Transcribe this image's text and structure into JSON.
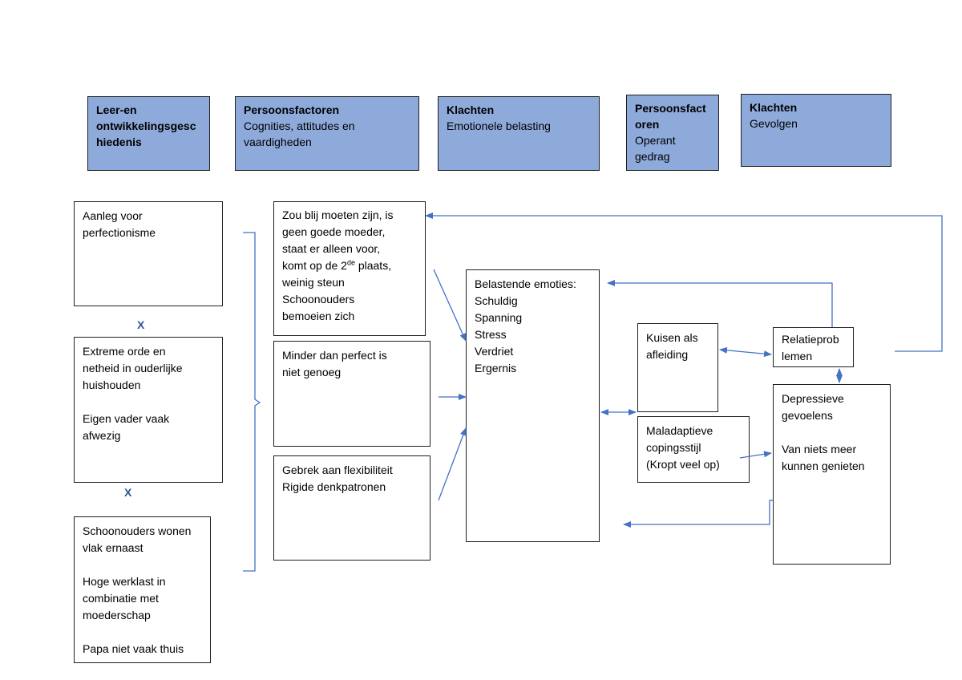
{
  "headers": [
    {
      "title": "Leer-en ontwikkelingsgesc hiedenis",
      "subtitle": ""
    },
    {
      "title": "Persoonsfactoren",
      "subtitle": "Cognities, attitudes en vaardigheden"
    },
    {
      "title": "Klachten",
      "subtitle": "Emotionele belasting"
    },
    {
      "title": "Persoonsfact oren",
      "subtitle": "Operant gedrag"
    },
    {
      "title": "Klachten",
      "subtitle": "Gevolgen"
    }
  ],
  "history": {
    "box1": [
      "Aanleg voor",
      "perfectionisme"
    ],
    "box2": [
      "Extreme orde en",
      "netheid in ouderlijke",
      "huishouden",
      "",
      "Eigen vader vaak",
      "afwezig"
    ],
    "box3": [
      "Schoonouders wonen",
      "vlak ernaast",
      "",
      "Hoge werklast in",
      "combinatie met",
      "moederschap",
      "",
      "Papa niet vaak thuis"
    ],
    "x_symbol": "X"
  },
  "cognitions": {
    "box1": {
      "lines_before": [
        "Zou blij moeten zijn, is",
        "geen goede moeder,",
        "staat er alleen voor,"
      ],
      "line_sup_prefix": "komt op de 2",
      "line_sup": "de",
      "line_sup_suffix": " plaats,",
      "lines_after": [
        "weinig steun",
        "Schoonouders",
        "bemoeien zich"
      ]
    },
    "box2": [
      "Minder dan perfect is",
      "niet genoeg"
    ],
    "box3": [
      "Gebrek aan flexibiliteit",
      "Rigide denkpatronen"
    ]
  },
  "emotions": {
    "title": "Belastende emoties:",
    "items": [
      "Schuldig",
      "Spanning",
      "Stress",
      "Verdriet",
      "Ergernis"
    ]
  },
  "behavior": {
    "box1": [
      "Kuisen als",
      "afleiding"
    ],
    "box2": [
      "Maladaptieve",
      "copingsstijl",
      "(Kropt veel op)"
    ]
  },
  "consequences": {
    "relation": [
      "Relatieprob",
      "lemen"
    ],
    "depression": [
      "Depressieve",
      "gevoelens",
      "",
      "Van niets meer",
      "kunnen genieten"
    ]
  },
  "colors": {
    "header_fill": "#8eaadb",
    "arrow": "#4472c4",
    "x_mark": "#2f5597"
  }
}
